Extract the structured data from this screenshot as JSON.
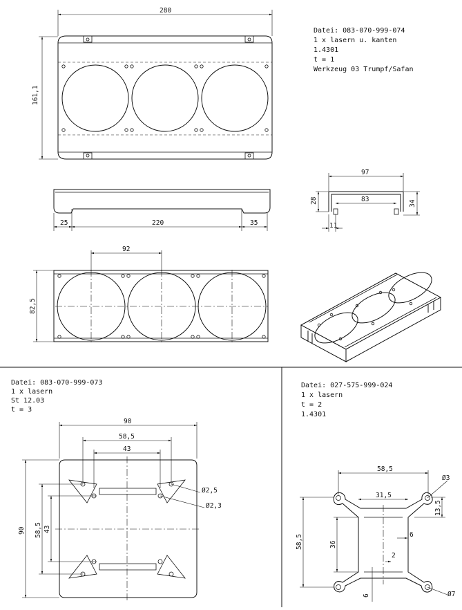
{
  "top_info": {
    "line1": "Datei: 083-070-999-074",
    "line2": "1 x lasern u. kanten",
    "line3": "1.4301",
    "line4": "t = 1",
    "line5": "Werkzeug 03 Trumpf/Safan"
  },
  "top_dims": {
    "width": "280",
    "height": "161,1",
    "side_left": "25",
    "side_mid": "220",
    "side_right": "35",
    "front_width": "97",
    "front_inner": "83",
    "front_height_left": "28",
    "front_height_right": "34",
    "front_foot": "11",
    "spacing": "92",
    "flat_height": "82,5"
  },
  "left_info": {
    "line1": "Datei: 083-070-999-073",
    "line2": "1 x lasern",
    "line3": "St 12.03",
    "line4": "t = 3"
  },
  "left_dims": {
    "width": "90",
    "hole_span": "58,5",
    "inner": "43",
    "height": "90",
    "hole_span_v": "58,5",
    "inner_v": "43",
    "dia_a": "Ø2,5",
    "dia_b": "Ø2,3"
  },
  "right_info": {
    "line1": "Datei: 027-575-999-024",
    "line2": "1 x lasern",
    "line3": "t = 2",
    "line4": "1.4301"
  },
  "right_dims": {
    "span": "58,5",
    "inner": "31,5",
    "height": "58,5",
    "inner_h": "36",
    "tab": "13,5",
    "slot": "6",
    "gap": "2",
    "foot": "6",
    "dia_top": "Ø3",
    "dia_bottom": "Ø7"
  }
}
